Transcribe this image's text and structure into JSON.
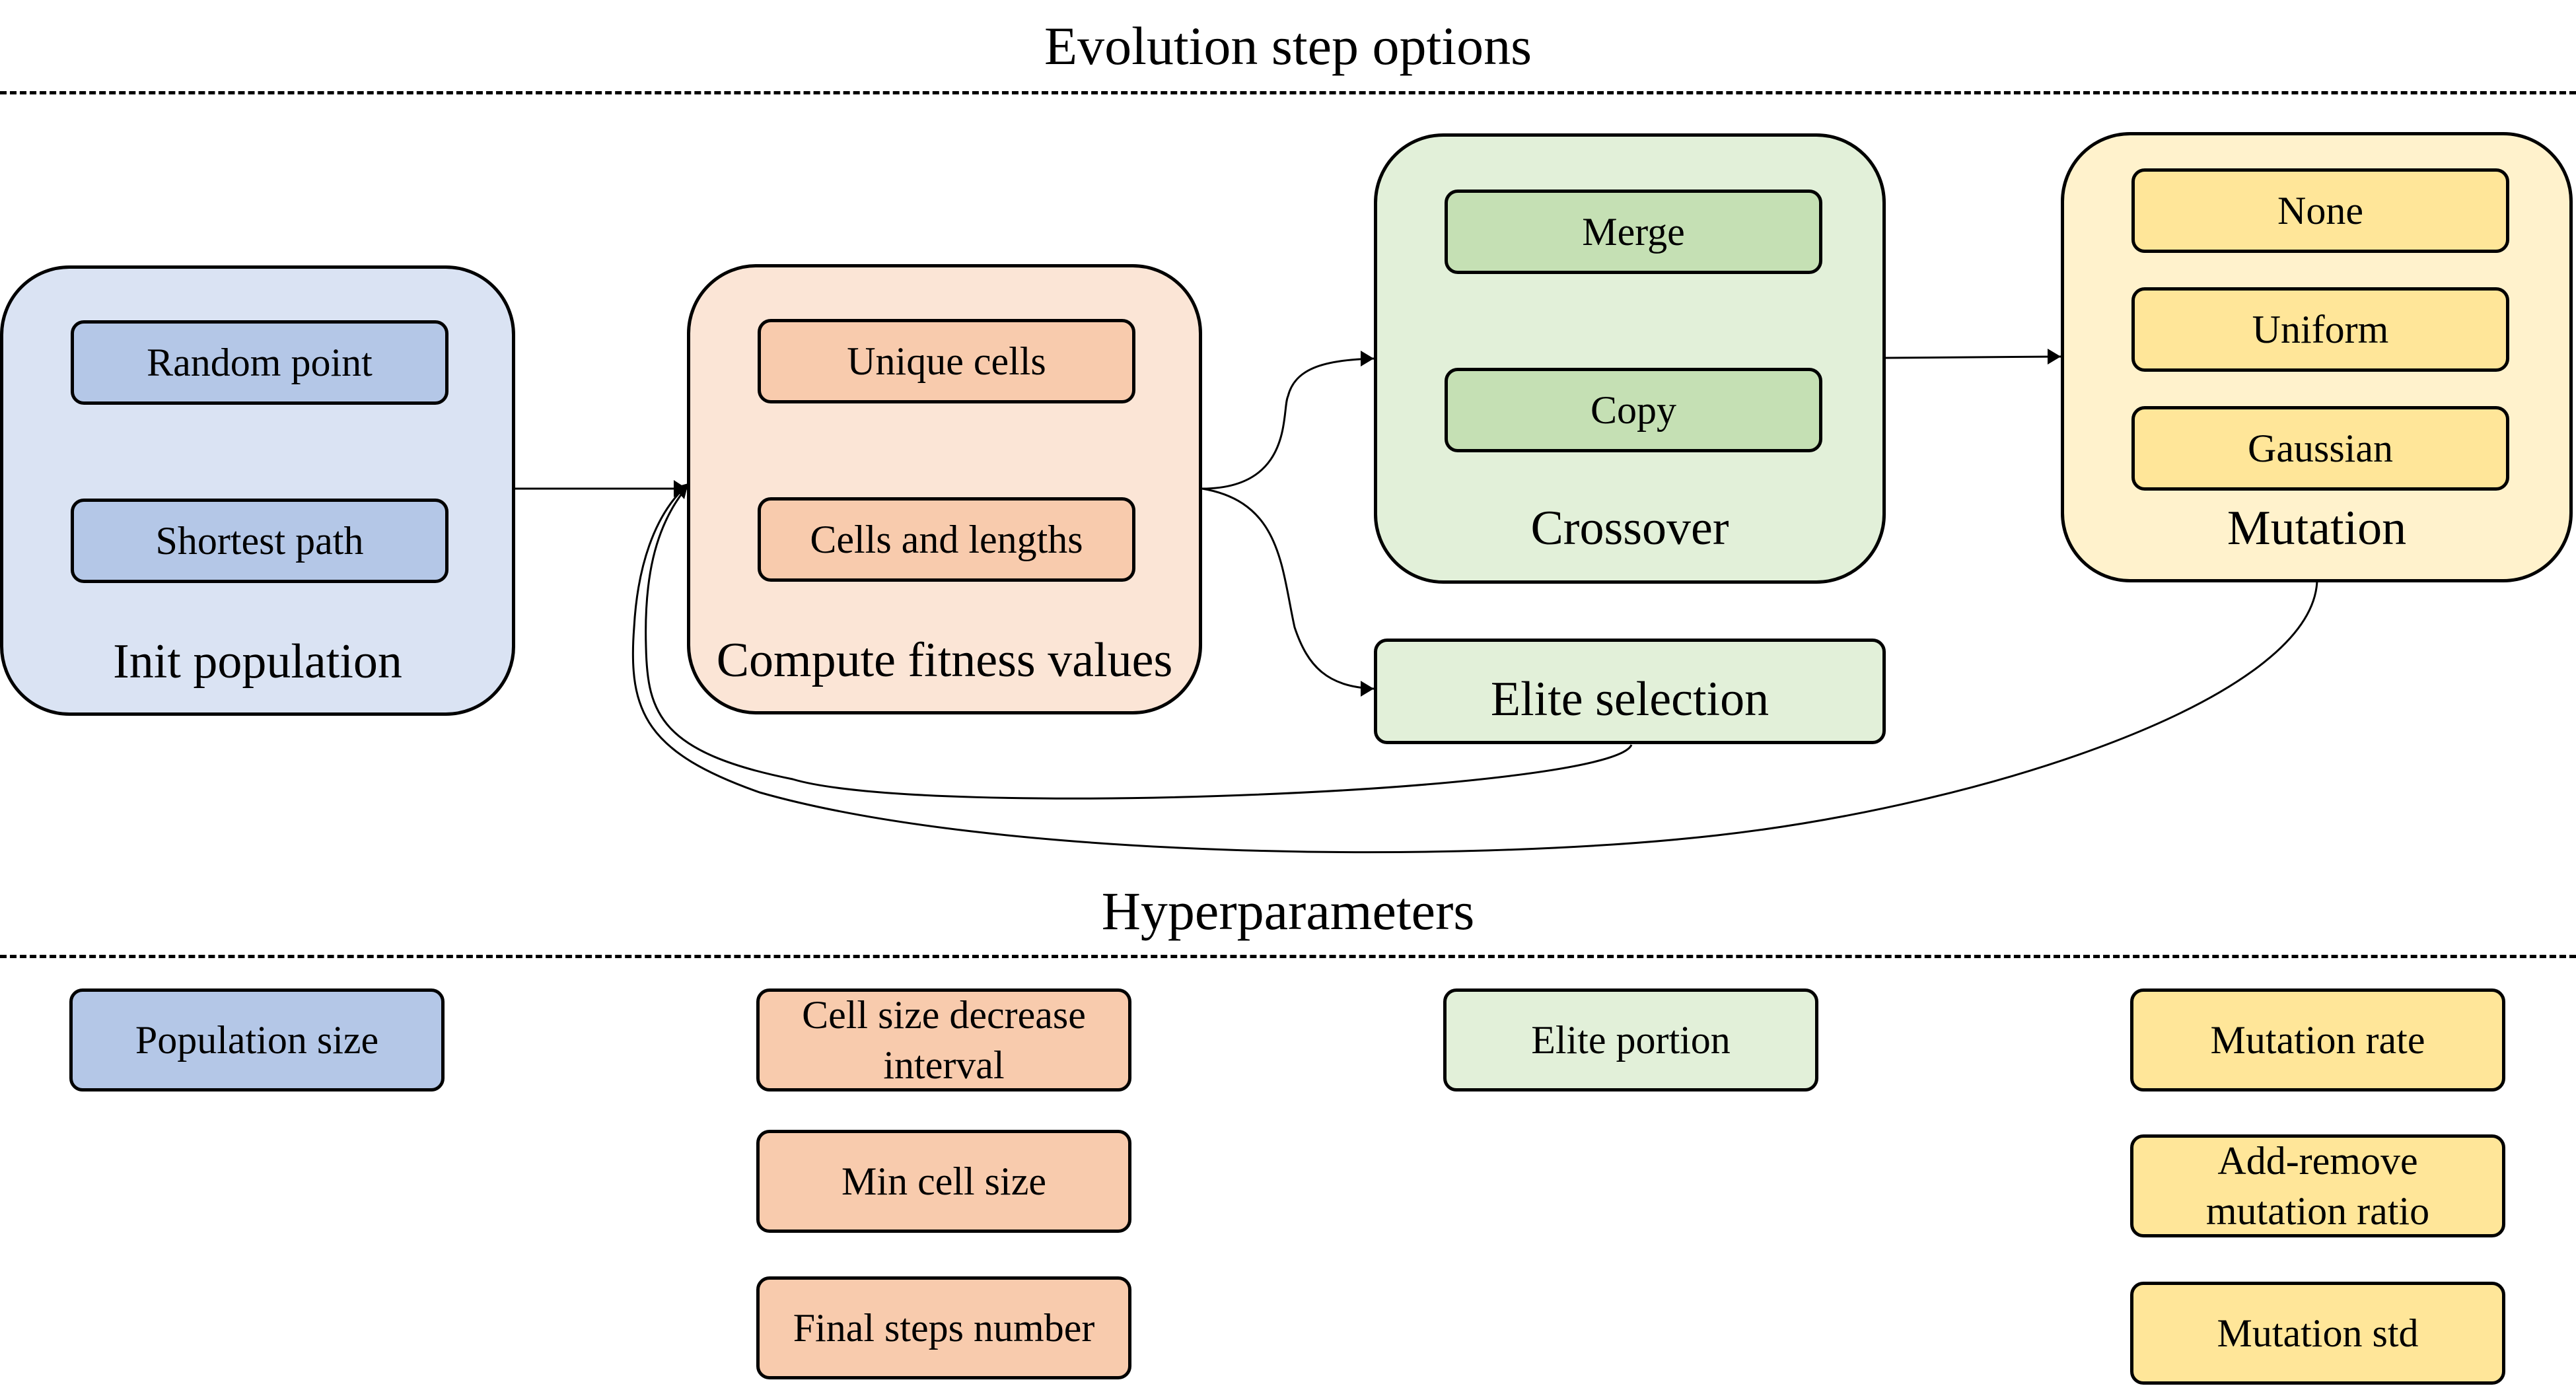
{
  "headings": {
    "evolution": "Evolution step options",
    "hyperparameters": "Hyperparameters"
  },
  "stages": {
    "init": {
      "label": "Init population",
      "options": [
        "Random point",
        "Shortest path"
      ]
    },
    "fitness": {
      "label": "Compute fitness values",
      "options": [
        "Unique cells",
        "Cells and lengths"
      ]
    },
    "crossover": {
      "label": "Crossover",
      "options": [
        "Merge",
        "Copy"
      ]
    },
    "elite": {
      "label": "Elite selection"
    },
    "mutation": {
      "label": "Mutation",
      "options": [
        "None",
        "Uniform",
        "Gaussian"
      ]
    }
  },
  "hyperparameters": {
    "init": [
      "Population size"
    ],
    "fitness": [
      "Cell size decrease interval",
      "Min cell size",
      "Final steps number"
    ],
    "crossover": [
      "Elite portion"
    ],
    "mutation": [
      "Mutation rate",
      "Add-remove mutation ratio",
      "Mutation std"
    ]
  },
  "colors": {
    "blue_group": "#dae3f3",
    "blue_option": "#b4c7e7",
    "orange_group": "#fbe5d6",
    "orange_option": "#f8cbad",
    "green_group": "#e2f0d9",
    "green_option": "#c5e0b4",
    "yellow_group": "#fff2cc",
    "yellow_option": "#ffe699"
  }
}
